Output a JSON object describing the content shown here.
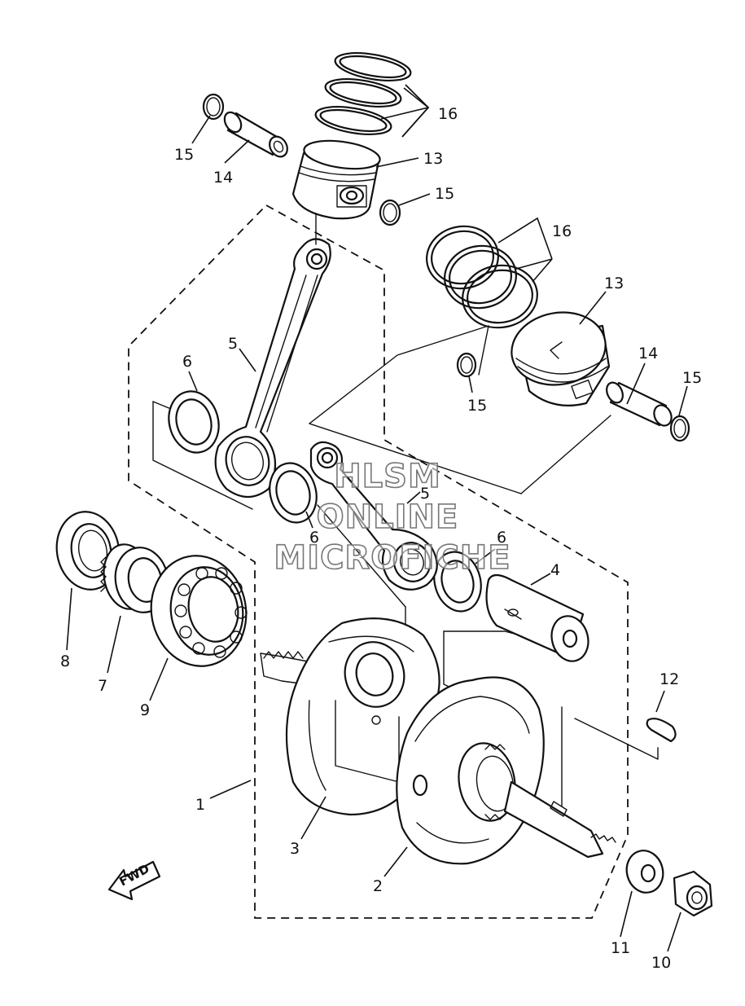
{
  "callouts": {
    "c1": "1",
    "c2": "2",
    "c3": "3",
    "c4": "4",
    "c5a": "5",
    "c5b": "5",
    "c6a": "6",
    "c6b": "6",
    "c6c": "6",
    "c7": "7",
    "c8": "8",
    "c9": "9",
    "c10": "10",
    "c11": "11",
    "c12": "12",
    "c13a": "13",
    "c13b": "13",
    "c14a": "14",
    "c14b": "14",
    "c15a": "15",
    "c15b": "15",
    "c15c": "15",
    "c15d": "15",
    "c16a": "16",
    "c16b": "16"
  },
  "fwd_label": "FWD",
  "watermark": {
    "line1": "HLSM",
    "line2": "ONLINE",
    "line3": "MICROFICHE"
  }
}
